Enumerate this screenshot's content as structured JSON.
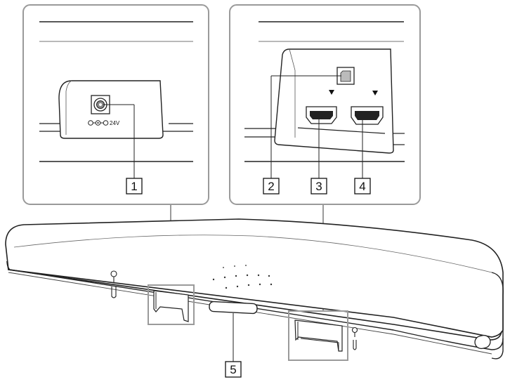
{
  "power_jack": {
    "voltage_label": "24V"
  },
  "callouts": [
    {
      "number": "1"
    },
    {
      "number": "2"
    },
    {
      "number": "3"
    },
    {
      "number": "4"
    },
    {
      "number": "5"
    }
  ]
}
